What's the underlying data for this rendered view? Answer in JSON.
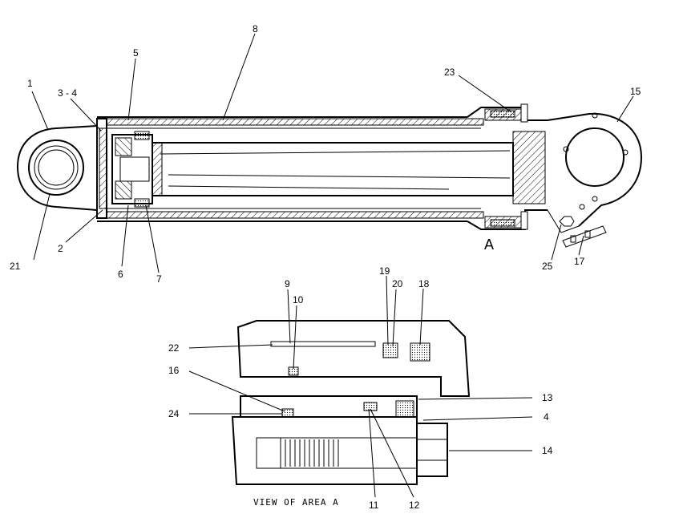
{
  "diagram": {
    "main_view_labels": [
      {
        "id": "1",
        "text": "1"
      },
      {
        "id": "3-4",
        "text": "3 - 4"
      },
      {
        "id": "5",
        "text": "5"
      },
      {
        "id": "8",
        "text": "8"
      },
      {
        "id": "23",
        "text": "23"
      },
      {
        "id": "15",
        "text": "15"
      },
      {
        "id": "21",
        "text": "21"
      },
      {
        "id": "2",
        "text": "2"
      },
      {
        "id": "6",
        "text": "6"
      },
      {
        "id": "7",
        "text": "7"
      },
      {
        "id": "A",
        "text": "A"
      },
      {
        "id": "25",
        "text": "25"
      },
      {
        "id": "17",
        "text": "17"
      }
    ],
    "detail_view_labels": [
      {
        "id": "9",
        "text": "9"
      },
      {
        "id": "10",
        "text": "10"
      },
      {
        "id": "19",
        "text": "19"
      },
      {
        "id": "20",
        "text": "20"
      },
      {
        "id": "18",
        "text": "18"
      },
      {
        "id": "22",
        "text": "22"
      },
      {
        "id": "16",
        "text": "16"
      },
      {
        "id": "13",
        "text": "13"
      },
      {
        "id": "4",
        "text": "4"
      },
      {
        "id": "24",
        "text": "24"
      },
      {
        "id": "14",
        "text": "14"
      },
      {
        "id": "11",
        "text": "11"
      },
      {
        "id": "12",
        "text": "12"
      }
    ],
    "detail_caption": "VIEW OF AREA A"
  }
}
